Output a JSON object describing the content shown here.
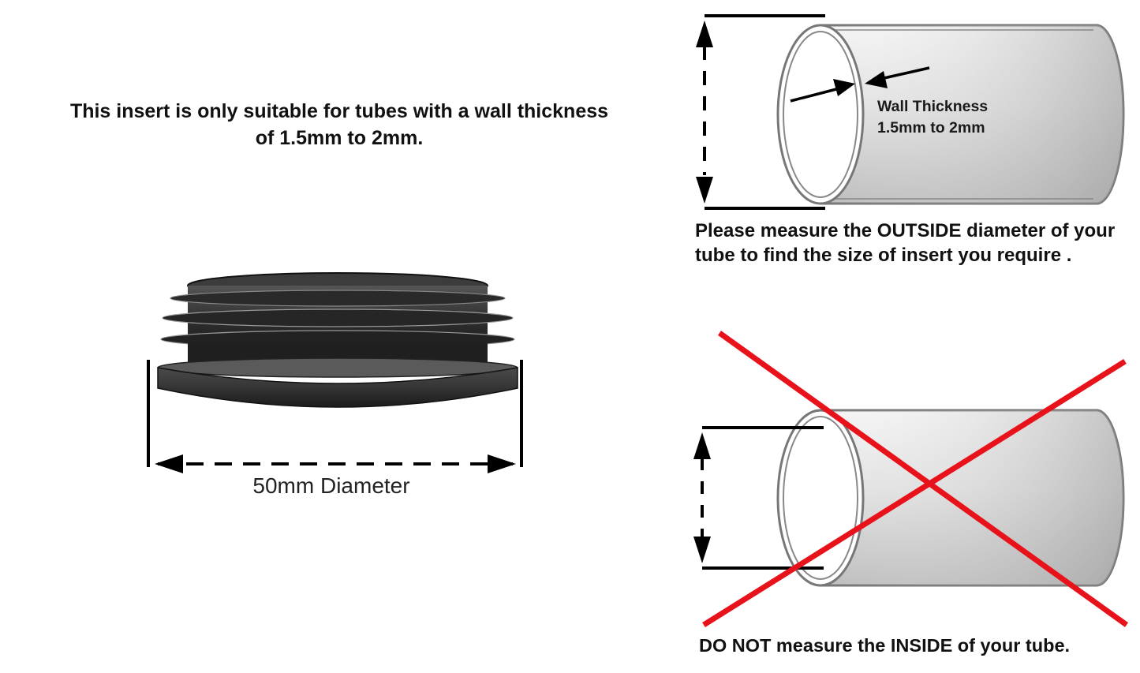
{
  "insert_note": "This insert is only suitable for tubes with a wall thickness of 1.5mm to 2mm.",
  "diameter_label": "50mm Diameter",
  "outside_note": "Please measure the OUTSIDE diameter of your tube to find the size of insert you require .",
  "wall_label": {
    "line1": "Wall Thickness",
    "line2": "1.5mm to 2mm"
  },
  "inside_note": "DO NOT measure the INSIDE of your tube.",
  "colors": {
    "cross": "#e8121b",
    "ink": "#111111",
    "plug": "#2a2a2a",
    "tube_grey": "#c9c9c9"
  },
  "icons": {
    "plug": "tube-end-cap-insert",
    "correct": "outside-diameter-tube",
    "wrong": "inside-diameter-tube-crossed"
  }
}
